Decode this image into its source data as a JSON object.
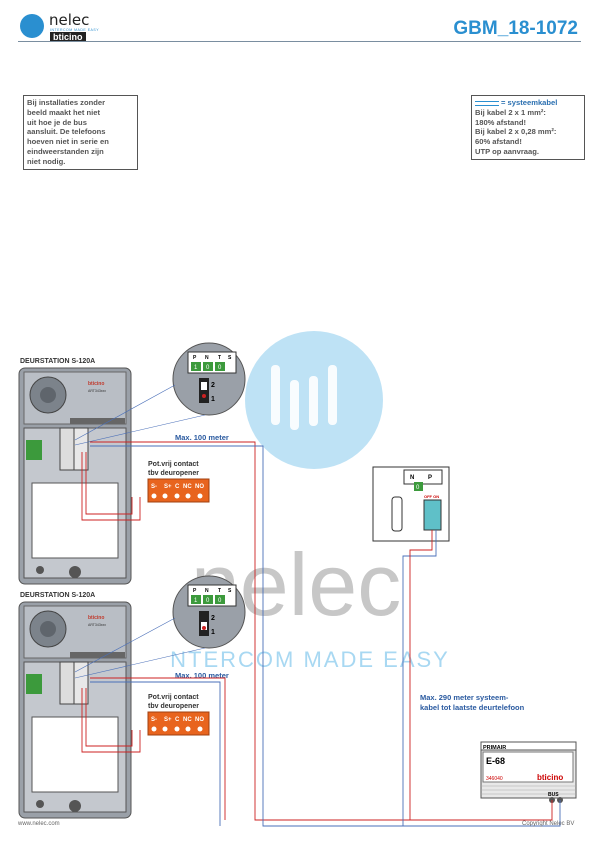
{
  "header": {
    "logo_name": "nelec",
    "logo_tagline": "INTERCOM MADE EASY",
    "logo_brand": "bticino",
    "doc_code": "GBM_18-1072"
  },
  "notes": {
    "left_lines": [
      "Bij installaties zonder",
      "beeld maakt het niet",
      "uit hoe je de bus",
      "aansluit. De telefoons",
      "hoeven niet in serie en",
      "eindweerstanden zijn",
      "niet nodig."
    ],
    "right_title": "= systeemkabel",
    "right_lines": [
      "Bij kabel 2 x 1 mm²:",
      "180% afstand!",
      "Bij kabel 2 x 0,28 mm²:",
      "60% afstand!",
      "UTP op aanvraag."
    ]
  },
  "door_stations": [
    {
      "title": "DEURSTATION S-120A",
      "contact_line1": "Pot.vrij contact",
      "contact_line2": "tbv deuropener",
      "distance": "Max. 100 meter",
      "dip_value": "2",
      "mini_brand": "bticino",
      "mini_model": "ART343xxx"
    },
    {
      "title": "DEURSTATION S-120A",
      "contact_line1": "Pot.vrij contact",
      "contact_line2": "tbv deuropener",
      "distance": "Max. 100 meter",
      "dip_value": "1",
      "mini_brand": "bticino",
      "mini_model": "ART343xxx"
    }
  ],
  "terminal_labels": {
    "dip": [
      "P",
      "N",
      "T",
      "S"
    ],
    "dip_values": [
      "1",
      "0",
      "0"
    ],
    "switch": [
      "2",
      "1"
    ],
    "relay": [
      "S-",
      "S+",
      "C",
      "NC",
      "NO"
    ]
  },
  "handset": {
    "labels": [
      "N",
      "P"
    ],
    "value": "0",
    "switch_label": "OFF ON"
  },
  "system_cable_note": [
    "Max. 290 meter systeem-",
    "kabel tot laatste deurtelefoon"
  ],
  "power_supply": {
    "primary": "PRIMAIR",
    "model": "E-68",
    "code": "346040",
    "brand": "bticino",
    "bus": "BUS"
  },
  "watermark": {
    "word": "nelec",
    "tagline": "NTERCOM MADE EASY"
  },
  "footer": {
    "website": "www.nelec.com",
    "copyright": "Copyright Nelec BV"
  },
  "colors": {
    "accent": "#2a8fd0",
    "orange": "#e8641e",
    "wire_red": "#cc2222",
    "wire_blue": "#4a6fb8"
  }
}
